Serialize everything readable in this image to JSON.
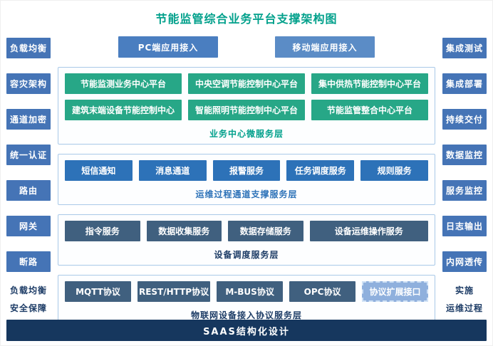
{
  "title": "节能监管综合业务平台支撑架构图",
  "left_sidebar": {
    "items": [
      "负载均衡",
      "容灾架构",
      "通道加密",
      "统一认证",
      "路由",
      "网关",
      "断路"
    ],
    "footer_lines": [
      "负载均衡",
      "安全保障"
    ]
  },
  "right_sidebar": {
    "items": [
      "集成测试",
      "集成部署",
      "持续交付",
      "数据监控",
      "服务监控",
      "日志输出",
      "内网透传"
    ],
    "footer_lines": [
      "实施",
      "运维过程"
    ]
  },
  "access_row": {
    "pc_button": "PC端应用接入",
    "mobile_button": "移动端应用接入"
  },
  "business_layer": {
    "label": "业务中心微服务层",
    "row1": [
      "节能监测业务中心平台",
      "中央空调节能控制中心平台",
      "集中供热节能控制中心平台"
    ],
    "row2": [
      "建筑末端设备节能控制中心",
      "智能照明节能控制中心平台",
      "节能监管整合中心平台"
    ]
  },
  "channel_layer": {
    "label": "运维过程通道支撑服务层",
    "row1": [
      "短信通知",
      "消息通道",
      "报警服务",
      "任务调度服务",
      "规则服务"
    ]
  },
  "dispatch_layer": {
    "label": "设备调度服务层",
    "row1": [
      "指令服务",
      "数据收集服务",
      "数据存储服务",
      "设备运维操作服务"
    ]
  },
  "iot_layer": {
    "label": "物联网设备接入协议服务层",
    "row1": [
      "MQTT协议",
      "REST/HTTP协议",
      "M-BUS协议",
      "OPC协议"
    ],
    "extension": "协议扩展接口"
  },
  "footer": "SAAS结构化设计",
  "colors": {
    "title_teal": "#00a08b",
    "sidebar_blue": "#4574b6",
    "green_box": "#27a787",
    "blue_box": "#2d72b8",
    "dark_box": "#40607f",
    "extension_box": "#8fb0dd",
    "section_border": "#a9c9e8",
    "footer_navy": "#16375e"
  }
}
